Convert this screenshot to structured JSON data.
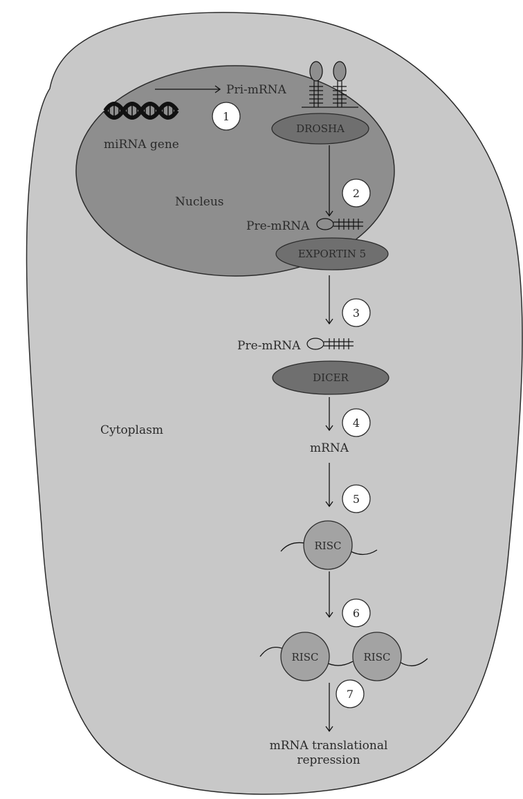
{
  "labels": {
    "pri_mrna": "Pri-mRNA",
    "mirna_gene": "miRNA gene",
    "nucleus": "Nucleus",
    "cytoplasm": "Cytoplasm",
    "pre_mrna_nucleus": "Pre-mRNA",
    "pre_mrna_cytoplasm": "Pre-mRNA",
    "mrna": "mRNA",
    "repression_line1": "mRNA translational",
    "repression_line2": "repression"
  },
  "proteins": {
    "drosha": "DROSHA",
    "exportin": "EXPORTIN 5",
    "dicer": "DICER",
    "risc_1": "RISC",
    "risc_2": "RISC",
    "risc_3": "RISC"
  },
  "steps": [
    "1",
    "2",
    "3",
    "4",
    "5",
    "6",
    "7"
  ],
  "colors": {
    "cell": "#c8c8c8",
    "nucleus": "#8e8e8e",
    "protein": "#6f6f6f",
    "risc": "#a3a3a3",
    "stroke": "#2b2b2b",
    "step_fill": "#ffffff"
  }
}
